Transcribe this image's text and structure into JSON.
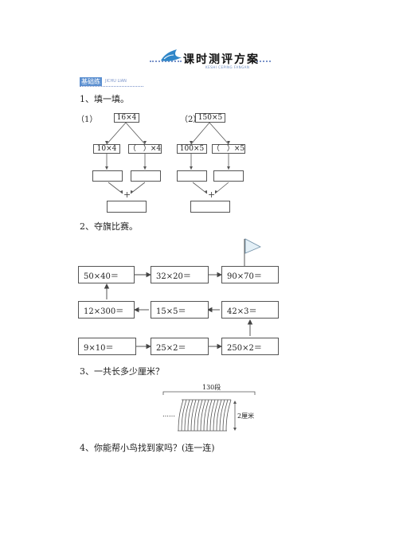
{
  "header": {
    "title": "课时测评方案",
    "subtitle": "KESHI CEPING FANGAN",
    "badge": "基础练",
    "badge_pinyin": "JICHU LIAN"
  },
  "q1": {
    "title": "1、填一填。",
    "part1": {
      "label": "（1）",
      "top": "16×4",
      "left": "10×4",
      "right": "（　）×4"
    },
    "part2": {
      "label": "（2）",
      "top": "150×5",
      "left": "100×5",
      "right": "（　）×5"
    },
    "plus": "+"
  },
  "q2": {
    "title": "2、夺旗比赛。",
    "row1": [
      "50×40＝",
      "32×20＝",
      "90×70＝"
    ],
    "row2": [
      "12×300＝",
      "15×5＝",
      "42×3＝"
    ],
    "row3": [
      "9×10＝",
      "25×2＝",
      "250×2＝"
    ]
  },
  "q3": {
    "title": "3、一共长多少厘米？",
    "count_label": "130段",
    "dots": "……",
    "unit_label": "2厘米"
  },
  "q4": {
    "title": "4、你能帮小鸟找到家吗？(连一连)"
  }
}
